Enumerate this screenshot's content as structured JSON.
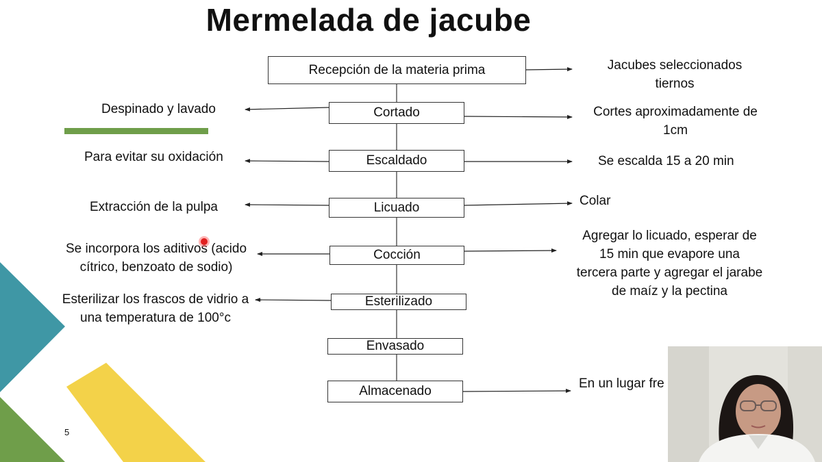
{
  "title": "Mermelada de jacube",
  "page_number": "5",
  "steps": [
    "Recepción de la materia prima",
    "Cortado",
    "Escaldado",
    "Licuado",
    "Cocción",
    "Esterilizado",
    "Envasado",
    "Almacenado"
  ],
  "left_notes": [
    "Despinado y lavado",
    "Para evitar su oxidación",
    "Extracción de la pulpa",
    [
      "Se incorpora los aditivos (acido",
      "cítrico, benzoato de sodio)"
    ],
    [
      "Esterilizar los frascos de vidrio a",
      "una temperatura de 100°c"
    ]
  ],
  "right_notes": [
    [
      "Jacubes seleccionados",
      "tiernos"
    ],
    [
      "Cortes aproximadamente de",
      "1cm"
    ],
    "Se escalda 15 a 20 min",
    "Colar",
    [
      "Agregar lo licuado, esperar de",
      "15 min  que evapore una",
      "tercera parte y agregar el jarabe",
      "de maíz y la pectina"
    ],
    "En un lugar fre"
  ],
  "colors": {
    "teal": "#3f97a5",
    "green": "#6f9e4a",
    "yellow": "#f3d249",
    "text": "#111111"
  },
  "icons": [
    "webcam-presenter-image",
    "cursor-highlight-icon"
  ]
}
